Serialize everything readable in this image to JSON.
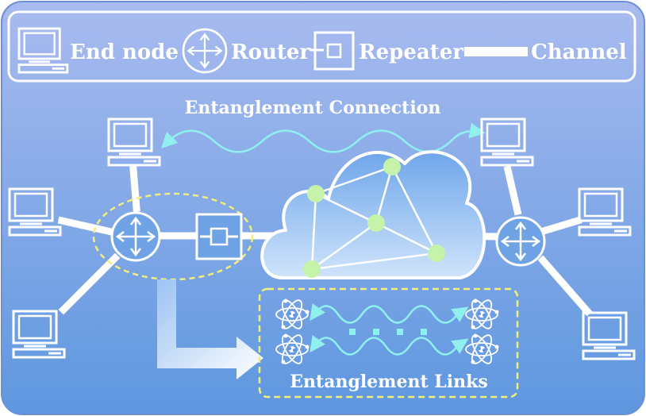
{
  "legend": {
    "end_node_label": "End node",
    "router_label": "Router",
    "repeater_label": "Repeater",
    "channel_label": "Channel"
  },
  "labels": {
    "entanglement_connection": "Entanglement Connection",
    "entanglement_links": "Entanglement Links"
  },
  "icons": [
    "computer-icon",
    "router-icon",
    "repeater-icon",
    "cloud-icon",
    "atom-icon"
  ],
  "colors": {
    "background_top": "#a4b8ee",
    "background_bottom": "#5f98e0",
    "line": "#ffffff",
    "wave": "#8ff0ee",
    "dashed_outline": "#f2ee7a",
    "cloud_node": "#c6f3aa"
  }
}
